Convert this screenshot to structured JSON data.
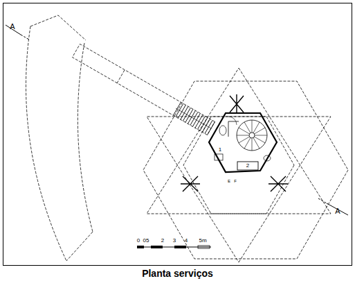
{
  "diagram": {
    "caption": "Planta serviços",
    "labels": [
      "A",
      "A",
      "1",
      "2",
      "E",
      "F",
      "0",
      "05",
      "2",
      "3",
      "4",
      "5m"
    ]
  }
}
